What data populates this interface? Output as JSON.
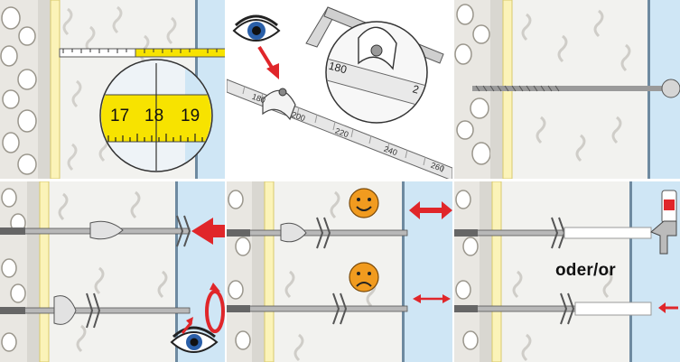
{
  "panels": [
    {
      "id": "measure-depth",
      "tape_labels": [
        "17",
        "18",
        "19"
      ]
    },
    {
      "id": "set-rod-marker",
      "scale_labels": [
        "180",
        "200",
        "220",
        "240",
        "260"
      ],
      "zoom_labels": [
        "180",
        "2"
      ]
    },
    {
      "id": "drill-hole"
    },
    {
      "id": "insert-and-turn"
    },
    {
      "id": "correct-vs-incorrect"
    },
    {
      "id": "inject-foam",
      "caption": "oder/or"
    }
  ],
  "colors": {
    "wall": "#f2f2ef",
    "stone": "#b9b6ac",
    "insulation": "#fbf3b8",
    "arrow": "#e0262a",
    "glass": "#cfe6f5",
    "tape": "#f7e300",
    "smiley": "#f19b1f"
  },
  "icons": [
    "eye-icon",
    "hex-key-icon",
    "smiley-happy-icon",
    "smiley-sad-icon",
    "double-arrow-icon",
    "rotate-arrow-icon",
    "foam-gun-icon"
  ]
}
